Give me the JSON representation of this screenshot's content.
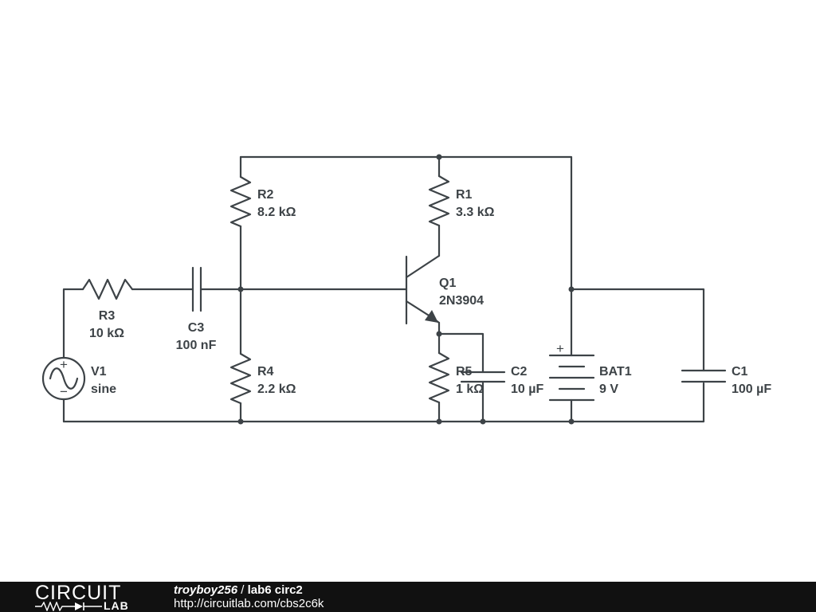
{
  "components": {
    "r3": {
      "name": "R3",
      "value": "10 kΩ"
    },
    "c3": {
      "name": "C3",
      "value": "100 nF"
    },
    "r2": {
      "name": "R2",
      "value": "8.2 kΩ"
    },
    "r4": {
      "name": "R4",
      "value": "2.2 kΩ"
    },
    "r1": {
      "name": "R1",
      "value": "3.3 kΩ"
    },
    "q1": {
      "name": "Q1",
      "value": "2N3904"
    },
    "r5": {
      "name": "R5",
      "value": "1 kΩ"
    },
    "c2": {
      "name": "C2",
      "value": "10 µF"
    },
    "bat1": {
      "name": "BAT1",
      "value": "9 V",
      "plus": "+"
    },
    "c1": {
      "name": "C1",
      "value": "100 µF"
    },
    "v1": {
      "name": "V1",
      "value": "sine",
      "plus": "+",
      "minus": "−"
    }
  },
  "footer": {
    "logo_top": "CIRCUIT",
    "logo_bottom": "LAB",
    "user": "troyboy256",
    "separator": " / ",
    "title": "lab6 circ2",
    "url": "http://circuitlab.com/cbs2c6k"
  },
  "colors": {
    "ink": "#3d4347",
    "footer_bg": "#111111",
    "footer_text": "#ffffff"
  }
}
